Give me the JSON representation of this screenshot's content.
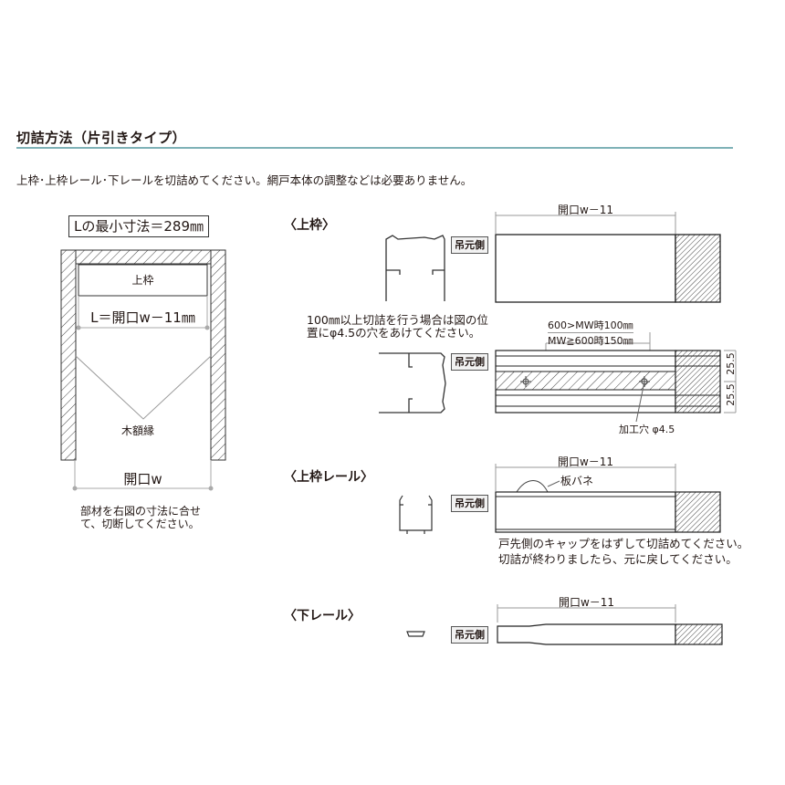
{
  "header": {
    "title": "切詰方法（片引きタイプ）",
    "intro": "上枠･上枠レール･下レールを切詰めてください。網戸本体の調整などは必要ありません。"
  },
  "left_diagram": {
    "min_length": "Lの最小寸法＝289㎜",
    "top_frame_label": "上枠",
    "length_formula": "L＝開口w－11㎜",
    "wood_frame_label": "木額縁",
    "opening_label": "開口w",
    "note": "部材を右図の寸法に合せて、切断してください。"
  },
  "sections": [
    {
      "heading": "〈上枠〉",
      "side_tag": "吊元側",
      "dimension": "開口w－11",
      "hole_note": "100㎜以上切詰を行う場合は図の位置にφ4.5の穴をあけてください。",
      "condition_1": "600>MW時100㎜",
      "condition_2": "MW≧600時150㎜",
      "dim_top": "25.5",
      "dim_bottom": "25.5",
      "hole_label": "加工穴 φ4.5"
    },
    {
      "heading": "〈上枠レール〉",
      "side_tag": "吊元側",
      "dimension": "開口w－11",
      "spring_label": "板バネ",
      "note_1": "戸先側のキャップをはずして切詰めてください。",
      "note_2": "切詰が終わりましたら、元に戻してください。"
    },
    {
      "heading": "〈下レール〉",
      "side_tag": "吊元側",
      "dimension": "開口w－11"
    }
  ],
  "colors": {
    "rule": "#7fb2b7",
    "line": "#231815",
    "dim_line": "#999999",
    "tag_bg": "#f2f2f2"
  }
}
